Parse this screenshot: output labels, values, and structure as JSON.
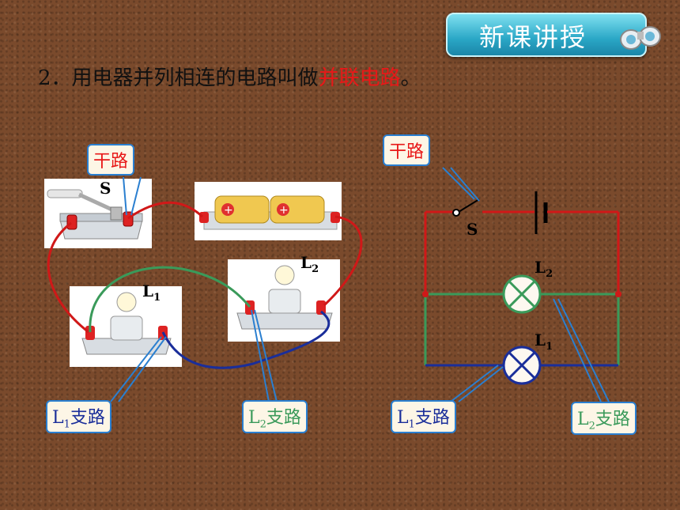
{
  "badge": {
    "title": "新课讲授"
  },
  "heading": {
    "number": "2．",
    "text": "用电器并列相连的电路叫做",
    "highlight": "并联电路",
    "end": "。"
  },
  "labels": {
    "main_line": "干路",
    "switch": "S",
    "lamp1": "L",
    "lamp1_sub": "1",
    "lamp2": "L",
    "lamp2_sub": "2",
    "branch1_a": "L",
    "branch1_sub": "1",
    "branch1_b": "支路",
    "branch2_a": "L",
    "branch2_sub": "2",
    "branch2_b": "支路"
  },
  "colors": {
    "red_wire": "#d01818",
    "green_wire": "#3a9a5a",
    "blue_wire": "#1a2e9a",
    "callout_border": "#2a7fd0",
    "highlight": "#e81818"
  }
}
